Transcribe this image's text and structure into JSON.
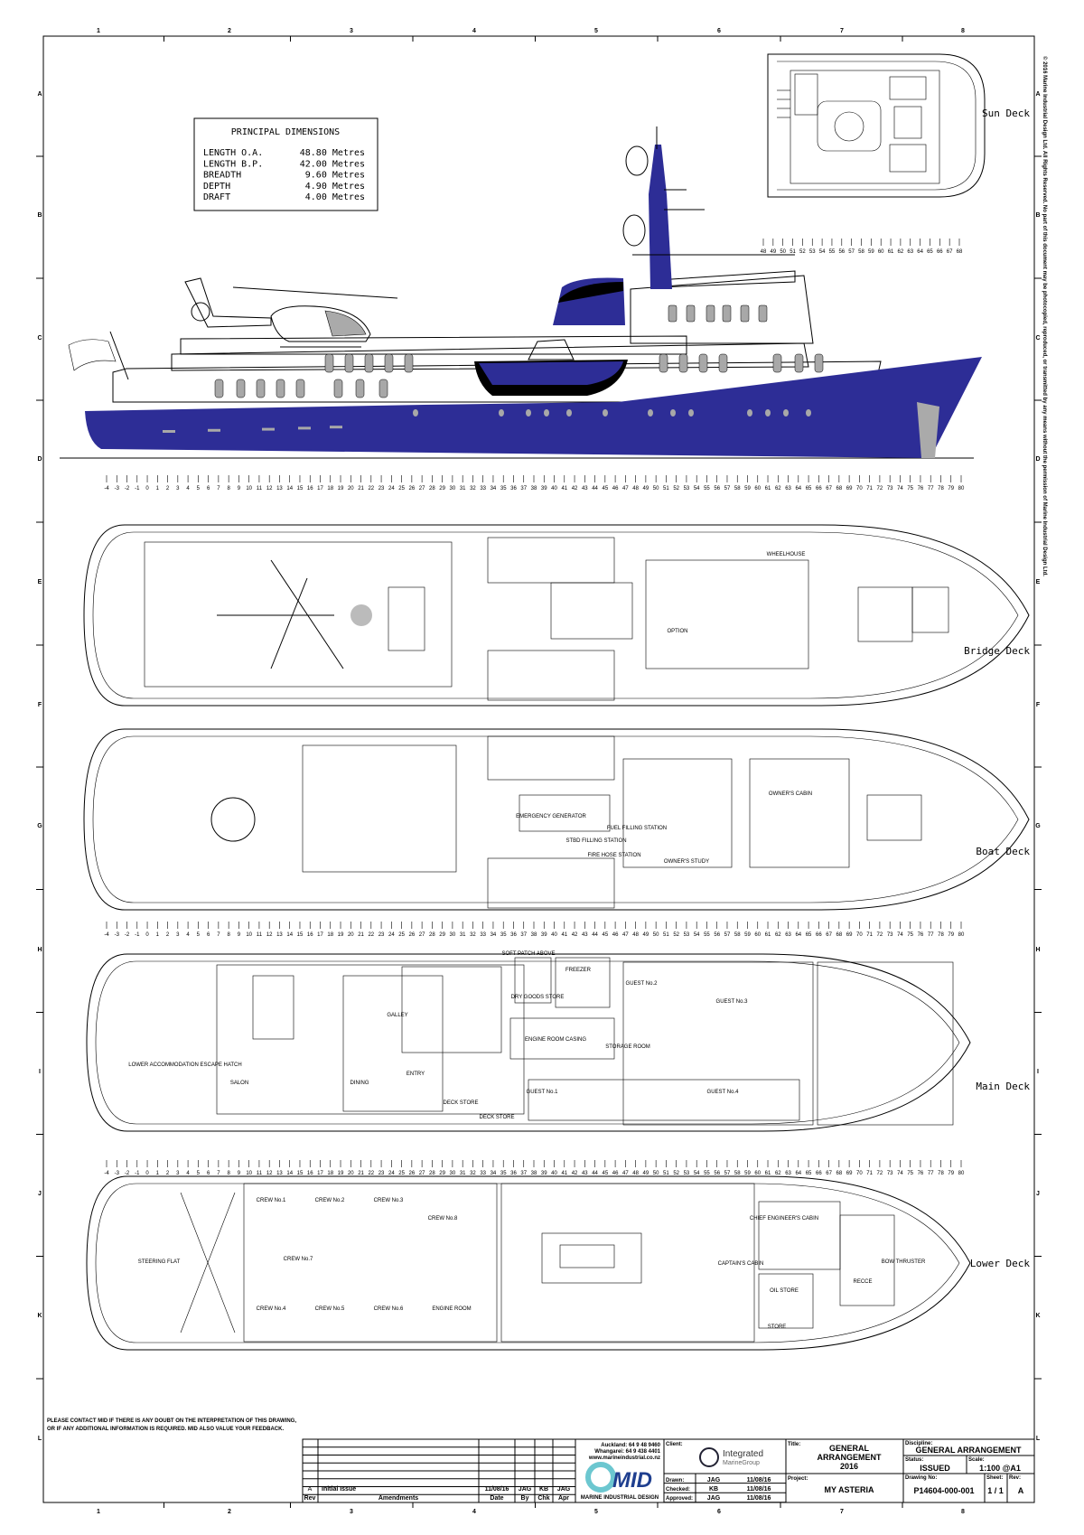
{
  "colors": {
    "hull": "#2d2d96",
    "window": "#a8a8a8",
    "logo": "#6cc7d0",
    "logo_dark": "#1f3f8f"
  },
  "grid": {
    "columns": [
      "1",
      "2",
      "3",
      "4",
      "5",
      "6",
      "7",
      "8"
    ],
    "rows": [
      "A",
      "B",
      "C",
      "D",
      "E",
      "F",
      "G",
      "H",
      "I",
      "J",
      "K",
      "L"
    ]
  },
  "copyright": "© 2016 Marine Industrial Design Ltd. All Rights Reserved. No part of this document may be photocopied, reproduced, or transmitted by any means without the permission of Marine Industrial Design Ltd.",
  "principal_dimensions": {
    "title": "PRINCIPAL DIMENSIONS",
    "rows": [
      {
        "label": "LENGTH O.A.",
        "value": "48.80 Metres"
      },
      {
        "label": "LENGTH B.P.",
        "value": "42.00 Metres"
      },
      {
        "label": "BREADTH",
        "value": "9.60 Metres"
      },
      {
        "label": "DEPTH",
        "value": "4.90 Metres"
      },
      {
        "label": "DRAFT",
        "value": "4.00 Metres"
      }
    ]
  },
  "decks": {
    "sun": "Sun Deck",
    "bridge": "Bridge Deck",
    "boat": "Boat Deck",
    "main": "Main Deck",
    "lower": "Lower Deck"
  },
  "frame_scale": {
    "from": -4,
    "to": 80,
    "upper_from": 48,
    "upper_to": 68
  },
  "room_labels": {
    "bridge": [
      "OPTION",
      "WHEELHOUSE"
    ],
    "boat": [
      "EMERGENCY GENERATOR",
      "OWNER'S CABIN",
      "OWNER'S STUDY",
      "FUEL FILLING STATION",
      "STBD FILLING STATION",
      "FIRE HOSE STATION"
    ],
    "main": [
      "SOFT PATCH ABOVE",
      "LOWER ACCOMMODATION ESCAPE HATCH",
      "DECK STORE",
      "GALLEY",
      "DINING",
      "SALON",
      "ENTRY",
      "DRY GOODS STORE",
      "FREEZER",
      "ENGINE ROOM CASING",
      "STORAGE ROOM",
      "GUEST No.1",
      "GUEST No.2",
      "GUEST No.3",
      "GUEST No.4",
      "DECK STORE"
    ],
    "lower": [
      "STEERING FLAT",
      "CREW No.1",
      "CREW No.2",
      "CREW No.3",
      "CREW No.4",
      "CREW No.5",
      "CREW No.6",
      "CREW No.7",
      "CREW No.8",
      "ENGINE ROOM",
      "CHIEF ENGINEER'S CABIN",
      "CAPTAIN'S CABIN",
      "OIL STORE",
      "STORE",
      "RECCE",
      "BOW THRUSTER"
    ]
  },
  "note": [
    "PLEASE CONTACT MID IF THERE IS ANY DOUBT ON THE INTERPRETATION OF THIS DRAWING,",
    "OR IF ANY ADDITIONAL INFORMATION IS REQUIRED. MID ALSO VALUE YOUR FEEDBACK."
  ],
  "revision_table": {
    "headers": [
      "Rev",
      "Amendments",
      "Date",
      "By",
      "Chk",
      "Apr"
    ],
    "rows": [
      {
        "rev": "A",
        "amendment": "Initial Issue",
        "date": "11/08/16",
        "by": "JAG",
        "chk": "KB",
        "apr": "JAG"
      }
    ]
  },
  "designer": {
    "contact": [
      "Auckland: 64 9 48 9460",
      "Whangarei: 64 9 438 4401",
      "www.marineindustrial.co.nz"
    ],
    "logo_text": "MID",
    "name": "MARINE INDUSTRIAL DESIGN"
  },
  "client": {
    "label": "Client:",
    "name_line1": "Integrated",
    "name_line2": "MarineGroup"
  },
  "signoff": [
    {
      "label": "Drawn:",
      "by": "JAG",
      "date": "11/08/16"
    },
    {
      "label": "Checked:",
      "by": "KB",
      "date": "11/08/16"
    },
    {
      "label": "Approved:",
      "by": "JAG",
      "date": "11/08/16"
    }
  ],
  "title": {
    "label": "Title:",
    "lines": [
      "GENERAL",
      "ARRANGEMENT",
      "2016"
    ]
  },
  "project": {
    "label": "Project:",
    "value": "MY ASTERIA"
  },
  "discipline": {
    "label": "Discipline:",
    "value": "GENERAL ARRANGEMENT"
  },
  "status": {
    "label": "Status:",
    "value": "ISSUED"
  },
  "scale": {
    "label": "Scale:",
    "value": "1:100 @A1"
  },
  "drawing_no": {
    "label": "Drawing No:",
    "value": "P14604-000-001"
  },
  "sheet": {
    "label": "Sheet:",
    "value": "1 / 1"
  },
  "rev": {
    "label": "Rev:",
    "value": "A"
  }
}
